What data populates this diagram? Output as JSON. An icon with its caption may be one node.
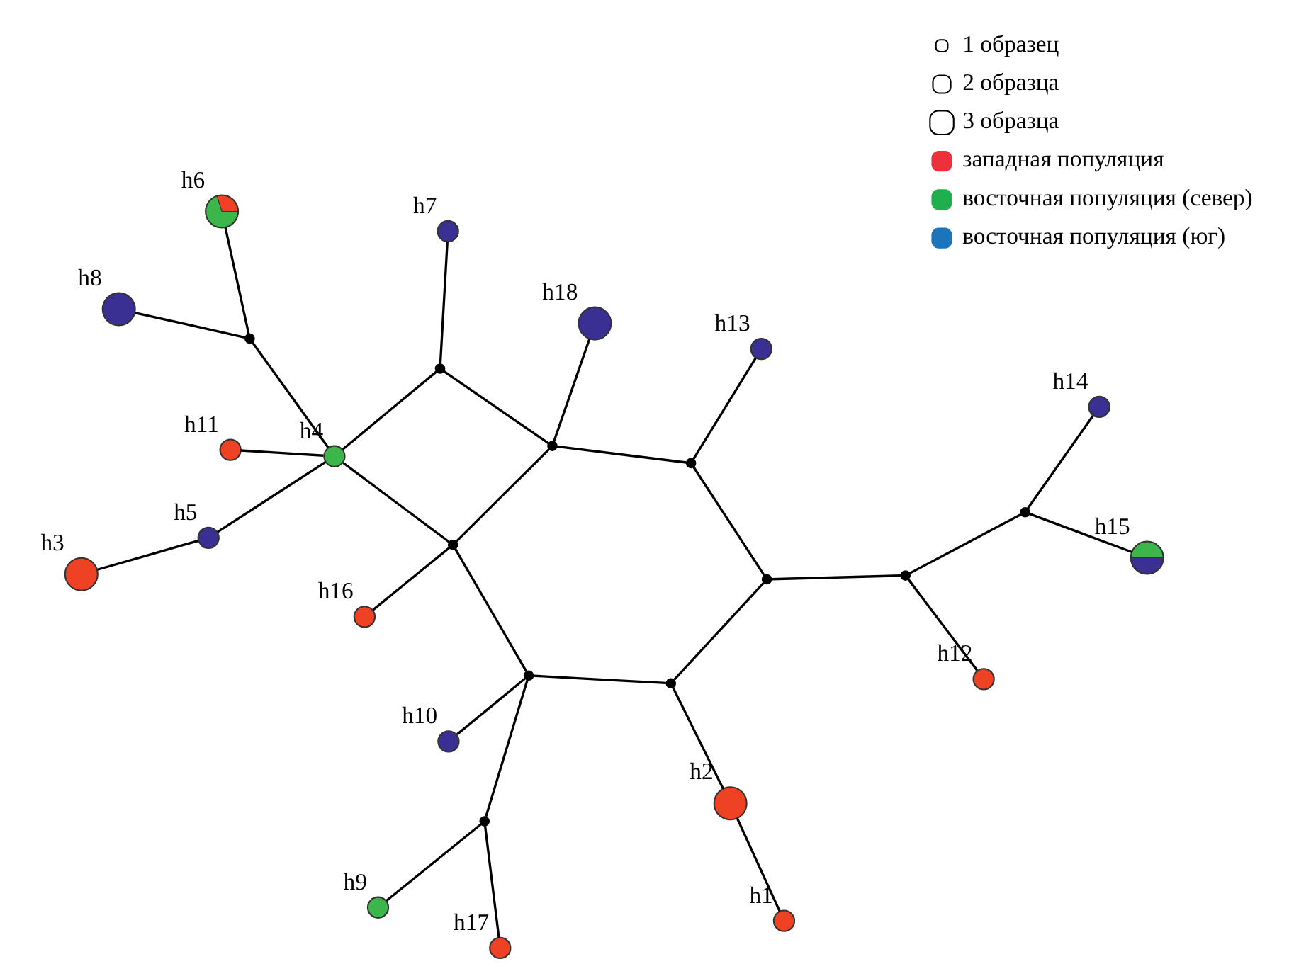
{
  "diagram": {
    "nodes": [
      {
        "text": [],
        "shape": "circle",
        "beside": [
          "h9"
        ]
      },
      {
        "text": [],
        "shape": "circle",
        "beside": [
          "h17"
        ]
      },
      {
        "text": [],
        "shape": "circle",
        "beside": [
          "h6"
        ]
      },
      {
        "text": [],
        "shape": "circle",
        "beside": [
          "h8"
        ]
      },
      {
        "text": [],
        "shape": "circle",
        "beside": [
          "h10"
        ]
      },
      {
        "text": [],
        "shape": "circle",
        "beside": [
          "h1"
        ]
      },
      {
        "text": [],
        "shape": "circle",
        "beside": [
          "h2"
        ]
      },
      {
        "text": [],
        "shape": "circle",
        "beside": [
          "h11"
        ]
      },
      {
        "text": [],
        "shape": "circle",
        "beside": [
          "h4"
        ]
      },
      {
        "text": [],
        "shape": "circle",
        "beside": [
          "h5"
        ]
      },
      {
        "text": [],
        "shape": "circle",
        "beside": [
          "h16"
        ]
      },
      {
        "text": [],
        "shape": "circle",
        "beside": [
          "h3"
        ]
      },
      {
        "text": [],
        "shape": "circle",
        "beside": [
          "h7"
        ]
      },
      {
        "text": [],
        "shape": "circle",
        "beside": [
          "h12"
        ]
      },
      {
        "text": [],
        "shape": "circle",
        "beside": [
          "h18"
        ]
      },
      {
        "text": [],
        "shape": "circle",
        "beside": [
          "h13"
        ]
      },
      {
        "text": [],
        "shape": "circle",
        "beside": [
          "h15"
        ]
      },
      {
        "text": [],
        "shape": "circle",
        "beside": [
          "h14"
        ]
      },
      {
        "text": [],
        "shape": "circle"
      },
      {
        "text": [],
        "shape": "circle"
      },
      {
        "text": [],
        "shape": "circle"
      },
      {
        "text": [],
        "shape": "circle"
      },
      {
        "text": [],
        "shape": "circle"
      },
      {
        "text": [],
        "shape": "circle"
      },
      {
        "text": [],
        "shape": "circle"
      },
      {
        "text": [],
        "shape": "circle"
      },
      {
        "text": [],
        "shape": "circle"
      },
      {
        "text": [],
        "shape": "circle"
      },
      {
        "text": [],
        "shape": "circle"
      }
    ],
    "edges": [
      {
        "from": 0,
        "to": 18,
        "arrow": "none"
      },
      {
        "from": 1,
        "to": 18,
        "arrow": "none"
      },
      {
        "from": 18,
        "to": 20,
        "arrow": "none"
      },
      {
        "from": 4,
        "to": 20,
        "arrow": "none"
      },
      {
        "from": 20,
        "to": 22,
        "arrow": "none"
      },
      {
        "from": 20,
        "to": 21,
        "arrow": "none"
      },
      {
        "from": 21,
        "to": 6,
        "arrow": "none"
      },
      {
        "from": 6,
        "to": 5,
        "arrow": "none"
      },
      {
        "from": 21,
        "to": 25,
        "arrow": "none"
      },
      {
        "from": 22,
        "to": 8,
        "arrow": "none"
      },
      {
        "from": 22,
        "to": 10,
        "arrow": "none"
      },
      {
        "from": 22,
        "to": 24,
        "arrow": "none"
      },
      {
        "from": 3,
        "to": 19,
        "arrow": "none"
      },
      {
        "from": 2,
        "to": 19,
        "arrow": "none"
      },
      {
        "from": 19,
        "to": 8,
        "arrow": "none"
      },
      {
        "from": 7,
        "to": 8,
        "arrow": "none"
      },
      {
        "from": 9,
        "to": 8,
        "arrow": "none"
      },
      {
        "from": 11,
        "to": 9,
        "arrow": "none"
      },
      {
        "from": 8,
        "to": 23,
        "arrow": "none"
      },
      {
        "from": 23,
        "to": 12,
        "arrow": "none"
      },
      {
        "from": 23,
        "to": 24,
        "arrow": "none"
      },
      {
        "from": 24,
        "to": 14,
        "arrow": "none"
      },
      {
        "from": 24,
        "to": 26,
        "arrow": "none"
      },
      {
        "from": 26,
        "to": 15,
        "arrow": "none"
      },
      {
        "from": 26,
        "to": 25,
        "arrow": "none"
      },
      {
        "from": 25,
        "to": 27,
        "arrow": "none"
      },
      {
        "from": 27,
        "to": 13,
        "arrow": "none"
      },
      {
        "from": 27,
        "to": 28,
        "arrow": "none"
      },
      {
        "from": 28,
        "to": 16,
        "arrow": "none"
      },
      {
        "from": 28,
        "to": 17,
        "arrow": "none"
      }
    ],
    "legend": [
      {
        "text": "1 образец"
      },
      {
        "text": "2 образца"
      },
      {
        "text": "3 образца"
      },
      {
        "text": "западная популяция",
        "color": "#ee2f3c"
      },
      {
        "text": "восточная популяция (север)",
        "color": "#20b04b"
      },
      {
        "text": "восточная популяция (юг)",
        "color": "#1b75bc"
      }
    ]
  }
}
